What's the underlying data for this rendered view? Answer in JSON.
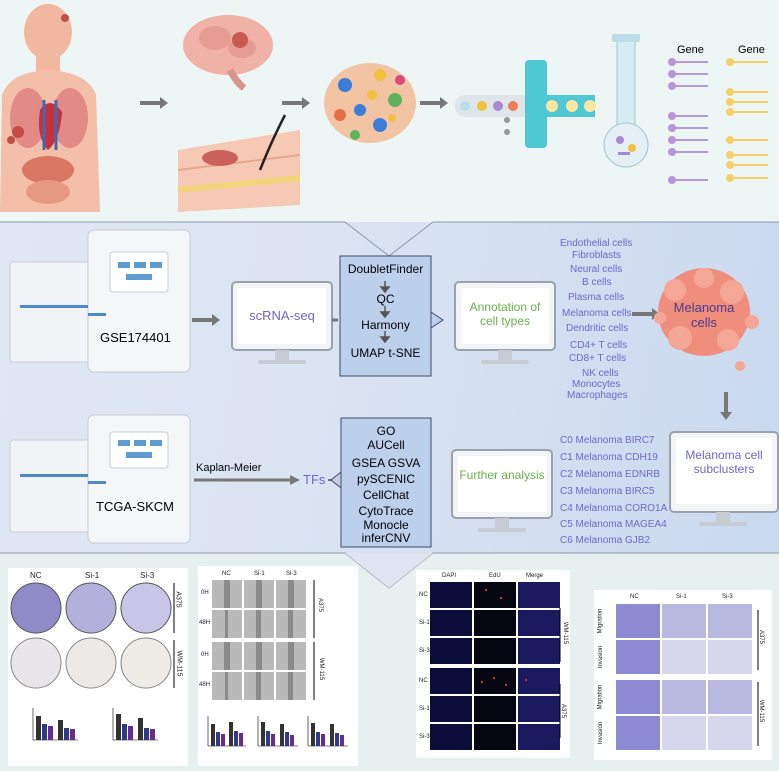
{
  "top": {
    "gene_label_1": "Gene",
    "gene_label_2": "Gene"
  },
  "middle": {
    "dataset_sc": "GSE174401",
    "scrna_label": "scRNA-seq",
    "pipeline1": [
      "DoubletFinder",
      "QC",
      "Harmony",
      "UMAP t-SNE"
    ],
    "annotation_label": "Annotation of cell types",
    "cell_types": [
      "Endothelial cells",
      "Fibroblasts",
      "Neural cells",
      "B cells",
      "Plasma cells",
      "Melanoma cells",
      "Dendritic cells",
      "CD4+ T cells",
      "CD8+ T cells",
      "NK cells",
      "Monocytes",
      "Macrophages"
    ],
    "melanoma_label": "Melanoma cells",
    "dataset_bulk": "TCGA-SKCM",
    "km_label": "Kaplan-Meier",
    "tfs_label": "TFs",
    "pipeline2": [
      "GO",
      "AUCell",
      "GSEA GSVA",
      "pySCENIC",
      "CellChat",
      "CytoTrace",
      "Monocle",
      "inferCNV"
    ],
    "further_label": "Further analysis",
    "subclusters_label": "Melanoma cell subclusters",
    "subclusters": [
      "C0 Melanoma BIRC7",
      "C1 Melanoma CDH19",
      "C2 Melanoma EDNRB",
      "C3 Melanoma BIRC5",
      "C4 Melanoma CORO1A",
      "C5 Melanoma MAGEA4",
      "C6 Melanoma GJB2"
    ]
  },
  "bottom": {
    "colony": {
      "cols": [
        "NC",
        "Si-1",
        "Si-3"
      ],
      "rows": [
        "A375",
        "WM-115"
      ]
    },
    "wound": {
      "cols": [
        "NC",
        "Si-1",
        "Si-3"
      ],
      "rows": [
        "0H",
        "48H",
        "0H",
        "48H"
      ],
      "groups": [
        "A375",
        "WM-115"
      ]
    },
    "edu": {
      "cols": [
        "DAPI",
        "EdU",
        "Merge"
      ],
      "rows": [
        "NC",
        "Si-1",
        "Si-3",
        "NC",
        "Si-1",
        "Si-3"
      ],
      "groups": [
        "WM-115",
        "A375"
      ]
    },
    "transwell": {
      "cols": [
        "NC",
        "Si-1",
        "Si-3"
      ],
      "rows": [
        "Migration",
        "Invasion",
        "Migration",
        "Invasion"
      ],
      "groups": [
        "A375",
        "WM-115"
      ]
    }
  },
  "colors": {
    "accent_text": "#6d68c9",
    "arrow": "#777777",
    "box_fill": "#bcd0ec"
  }
}
